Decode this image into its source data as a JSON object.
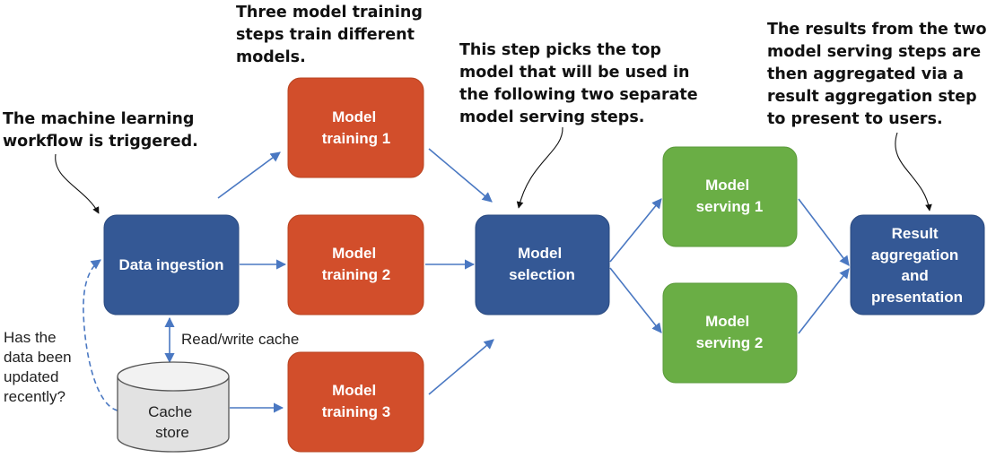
{
  "annotations": {
    "trigger": [
      "The machine learning",
      "workflow is triggered."
    ],
    "training": [
      "Three model training",
      "steps train different",
      "models."
    ],
    "selection": [
      "This step picks the top",
      "model that will be used in",
      "the following two separate",
      "model serving steps."
    ],
    "results": [
      "The results from the two",
      "model serving steps are",
      "then aggregated via a",
      "result aggregation step",
      "to present to users."
    ]
  },
  "nodes": {
    "data_ingestion": [
      "Data ingestion"
    ],
    "training_1": [
      "Model",
      "training 1"
    ],
    "training_2": [
      "Model",
      "training 2"
    ],
    "training_3": [
      "Model",
      "training 3"
    ],
    "model_selection": [
      "Model",
      "selection"
    ],
    "serving_1": [
      "Model",
      "serving 1"
    ],
    "serving_2": [
      "Model",
      "serving 2"
    ],
    "result": [
      "Result",
      "aggregation",
      "and",
      "presentation"
    ],
    "cache_store": [
      "Cache",
      "store"
    ]
  },
  "labels": {
    "cache_link": "Read/write cache",
    "question": [
      "Has the",
      "data been",
      "updated",
      "recently?"
    ]
  },
  "colors": {
    "blue_box": "#345895",
    "orange_box": "#d24e2b",
    "green_box": "#6aae45",
    "arrow": "#4a78c2"
  }
}
